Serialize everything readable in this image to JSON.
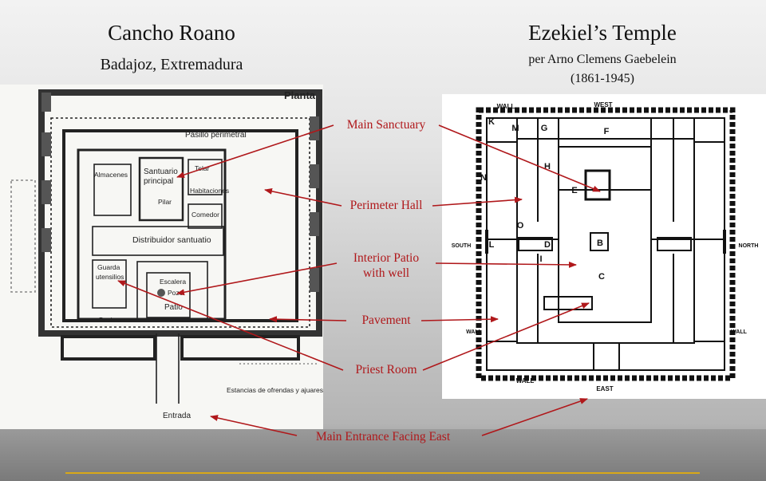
{
  "left": {
    "title": "Cancho Roano",
    "subtitle": "Badajoz, Extremadura",
    "plan_labels": {
      "planta": "Planta",
      "pasillo": "Pasillo perimetral",
      "almacenes": "Almacenes",
      "santuario1": "Santuario",
      "santuario2": "principal",
      "pilar": "Pilar",
      "telar": "Telar",
      "habitaciones": "Habitaciones",
      "comedor": "Comedor",
      "distribuidor": "Distribuidor santuatio",
      "guarda1": "Guarda",
      "guarda2": "utensilios",
      "escalera": "Escalera",
      "pozo": "Pozo",
      "patio": "Patio",
      "pavimento": "Pavimento",
      "estancias": "Estancias de ofrendas y ajuares",
      "entrada": "Entrada"
    }
  },
  "right": {
    "title": "Ezekiel’s Temple",
    "subtitle1": "per Arno Clemens  Gaebelein",
    "subtitle2": "(1861-1945)",
    "plan_labels": {
      "wall_tl": "WALL",
      "west": "WEST",
      "wall_bl": "WALL",
      "east": "EAST",
      "south": "SOUTH",
      "north": "NORTH",
      "wall_left": "WALL",
      "wall_right": "WALL",
      "K": "K",
      "M": "M",
      "G": "G",
      "F": "F",
      "H": "H",
      "N": "N",
      "E": "E",
      "O": "O",
      "L": "L",
      "D": "D",
      "B": "B",
      "I": "I",
      "C": "C"
    }
  },
  "callouts": {
    "main_sanctuary": "Main Sanctuary",
    "perimeter_hall": "Perimeter Hall",
    "interior_patio_1": "Interior Patio",
    "interior_patio_2": "with well",
    "pavement": "Pavement",
    "priest_room": "Priest Room",
    "main_entrance": "Main Entrance Facing East"
  },
  "colors": {
    "callout": "#b0181b",
    "rule_line": "#d8a818"
  }
}
